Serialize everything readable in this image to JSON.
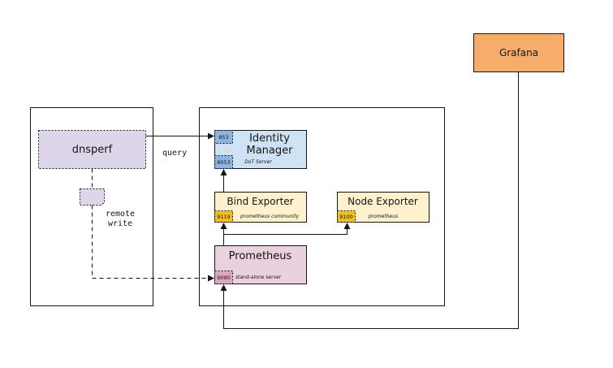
{
  "nodes": {
    "grafana": {
      "label": "Grafana"
    },
    "dnsperf": {
      "label": "dnsperf"
    },
    "identity_manager": {
      "label": "Identity\nManager",
      "sublabel": "DoT Server",
      "ports": [
        "853",
        "8053"
      ]
    },
    "bind_exporter": {
      "label": "Bind Exporter",
      "sublabel": "prometheus community",
      "port": "9119"
    },
    "node_exporter": {
      "label": "Node Exporter",
      "sublabel": "prometheus",
      "port": "9100"
    },
    "prometheus": {
      "label": "Prometheus",
      "sublabel": "stand-alone server",
      "port": "9090"
    }
  },
  "edges": {
    "query": "query",
    "remote_write": "remote\nwrite"
  },
  "colors": {
    "grafana_fill": "#f6ad6b",
    "dnsperf_fill": "#ddd5ea",
    "identity_fill": "#cfe2f4",
    "identity_port": "#8fb3e0",
    "exporter_fill": "#fdf0cc",
    "exporter_port": "#f0c020",
    "prometheus_fill": "#ead1de",
    "prometheus_port": "#d9a7c0"
  }
}
